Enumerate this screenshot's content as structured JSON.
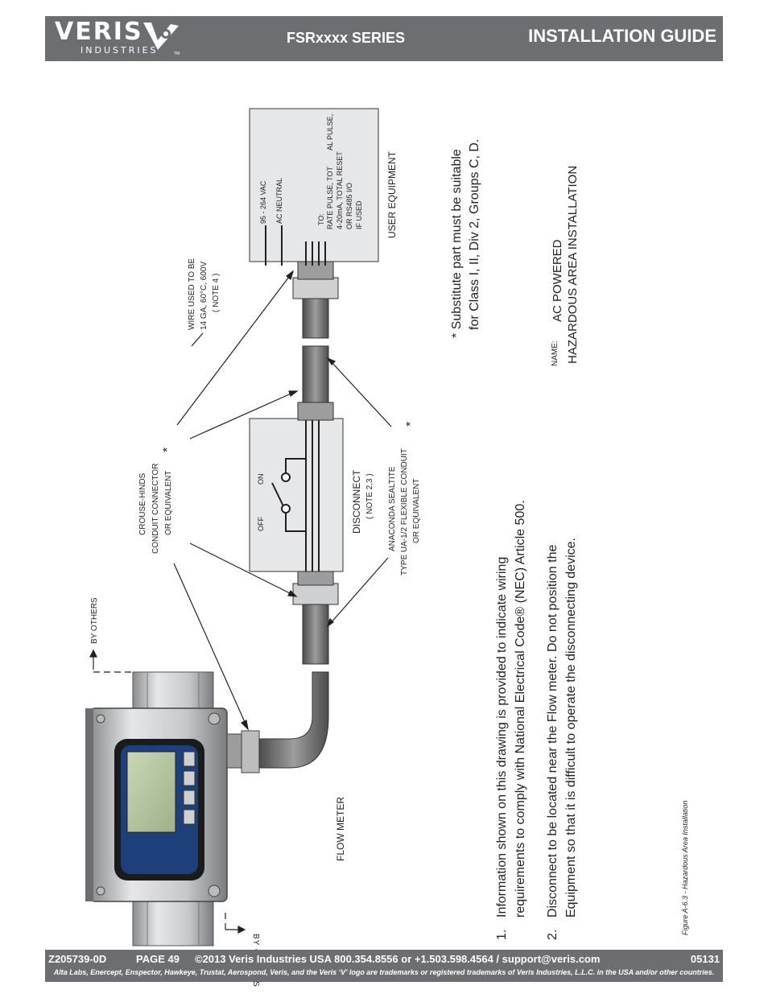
{
  "header": {
    "logo_text": "VERIS",
    "logo_sub": "INDUSTRIES",
    "logo_tm": "TM",
    "series": "FSRxxxx SERIES",
    "title": "INSTALLATION GUIDE"
  },
  "footer": {
    "doc_number": "Z205739-0D",
    "page": "PAGE 49",
    "copyright": "©2013 Veris Industries   USA 800.354.8556 or +1.503.598.4564  / support@veris.com",
    "code": "05131",
    "trademark": "Alta Labs, Enercept, Enspector, Hawkeye, Trustat, Aerospond, Veris, and the Veris ‘V’ logo are trademarks or registered trademarks of  Veris Industries, L.L.C. in the USA and/or other countries."
  },
  "diagram": {
    "by_others_top": "BY OTHERS",
    "by_others_bottom": "BY OTHERS",
    "crouse_line1": "CROUSE-HINDS",
    "crouse_line2": "CONDUIT CONNECTOR",
    "crouse_line3": "OR EQUIVALENT",
    "asterisk": "*",
    "disconnect_line1": "DISCONNECT",
    "disconnect_line2": "( NOTE 2,3 )",
    "off_label": "OFF",
    "on_label": "ON",
    "anaconda_line1": "ANACONDA SEALTITE",
    "anaconda_line2": "TYPE UA-1/2 FLEXIBLE CONDUIT",
    "anaconda_line3": "OR EQUIVALENT",
    "wire_line1": "WIRE USED TO BE",
    "wire_line2": "14 GA, 60°C, 600V",
    "wire_line3": "( NOTE 4 )",
    "user_equipment": "USER EQUIPMENT",
    "vac": "95 - 264 VAC",
    "neutral": "AC NEUTRAL",
    "to_label": "TO:",
    "rate_pulse": "RATE PULSE, TOT",
    "al_pulse": "AL PULSE,",
    "ma_reset": "4-20mA, TOTAL RESET",
    "rs485": "OR RS485 I/O",
    "if_used": "IF USED",
    "flow_meter": "FLOW METER",
    "substitute_line1": "* Substitute part must be suitable",
    "substitute_line2": "for Class I, II, Div 2, Groups C, D.",
    "name_label": "NAME:",
    "name_line1": "AC POWERED",
    "name_line2": "HAZARDOUS AREA INSTALLATION",
    "note1_num": "1.",
    "note1_line1": "Information shown on this drawing is provided to indicate wiring",
    "note1_line2": "requirements to comply with National Electrical Code® (NEC) Article 500.",
    "note2_num": "2.",
    "note2_line1": "Disconnect to be located near the  Flow meter. Do not position the",
    "note2_line2": "Equipment so that it is difficult to operate the disconnecting device.",
    "caption": "Figure A-6.3 - Hazardous Area Installation"
  },
  "colors": {
    "header_bg": "#6d6e71",
    "text": "#231f20",
    "box_fill": "#e6e7e8"
  }
}
